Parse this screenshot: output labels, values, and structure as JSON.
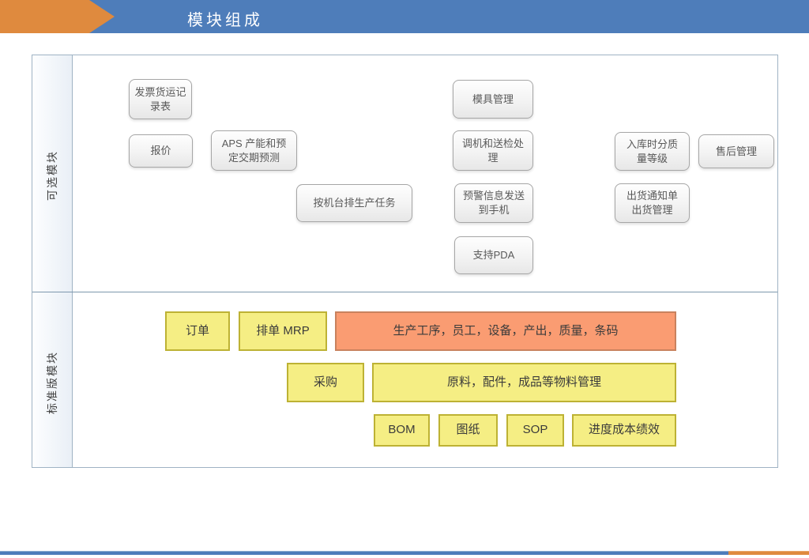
{
  "slide": {
    "title": "模块组成"
  },
  "colors": {
    "header_blue": "#4E7DBA",
    "header_orange": "#DF8A3E",
    "gray_box_border": "#A6A6A6",
    "yellow_fill": "#F5EE84",
    "yellow_border": "#BDB234",
    "orange_fill": "#FA9C72",
    "orange_border": "#C9825E",
    "frame_border": "#9FB3C4"
  },
  "sections": {
    "optional": {
      "label": "可选模块"
    },
    "standard": {
      "label": "标准版模块"
    }
  },
  "optional_modules": [
    {
      "label": "发票货运记\n录表"
    },
    {
      "label": "报价"
    },
    {
      "label": "APS 产能和预\n定交期预测"
    },
    {
      "label": "按机台排生产任务"
    },
    {
      "label": "模具管理"
    },
    {
      "label": "调机和送检处\n理"
    },
    {
      "label": "预警信息发送\n到手机"
    },
    {
      "label": "支持PDA"
    },
    {
      "label": "入库时分质\n量等级"
    },
    {
      "label": "售后管理"
    },
    {
      "label": "出货通知单\n出货管理"
    }
  ],
  "standard_modules": [
    {
      "label": "订单"
    },
    {
      "label": "排单  MRP"
    },
    {
      "label": "生产工序，员工，设备，产出，质量，条码"
    },
    {
      "label": "采购"
    },
    {
      "label": "原料，配件，成品等物料管理"
    },
    {
      "label": "BOM"
    },
    {
      "label": "图纸"
    },
    {
      "label": "SOP"
    },
    {
      "label": "进度成本绩效"
    }
  ]
}
